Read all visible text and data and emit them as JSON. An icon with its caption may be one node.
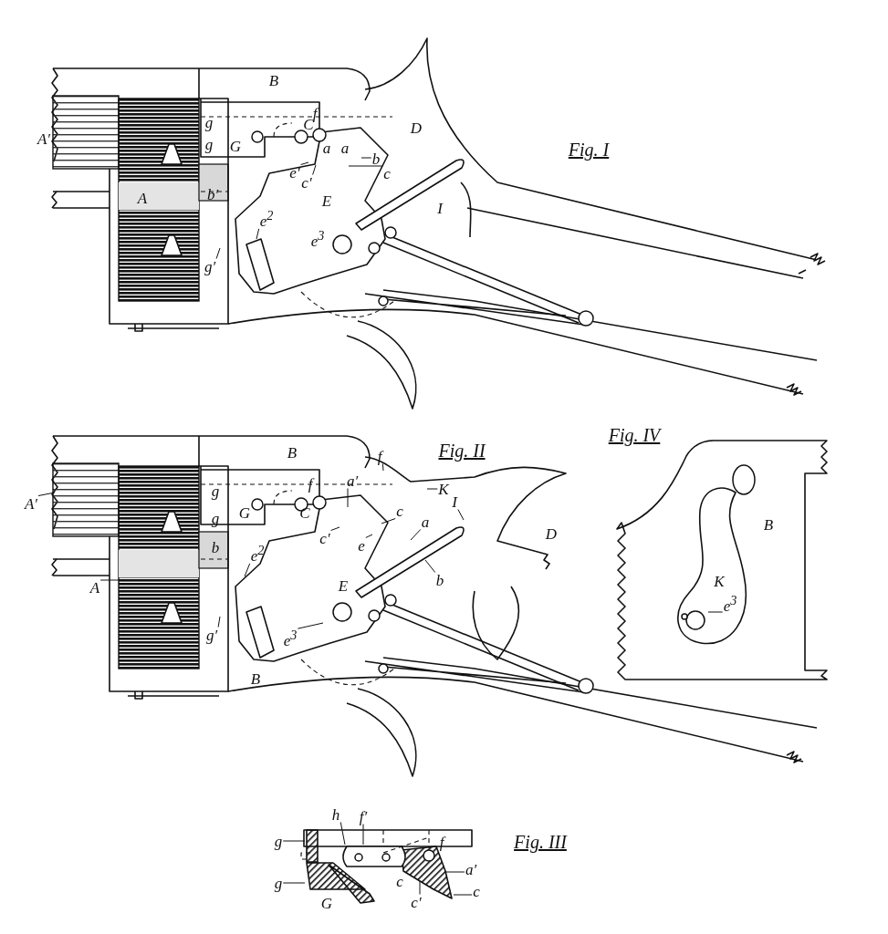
{
  "diagram": {
    "nodes": [
      {
        "text": [
          "b"
        ]
      },
      {
        "text": [
          "c"
        ]
      },
      {
        "text": [
          "e′"
        ]
      },
      {
        "text": [
          "c′"
        ]
      },
      {
        "text": [
          "e$^{2}$"
        ]
      },
      {
        "text": [
          "g′"
        ]
      },
      {
        "text": [
          "f"
        ]
      },
      {
        "text": [
          "a′"
        ]
      },
      {
        "text": [
          "K"
        ]
      },
      {
        "text": [
          "I"
        ]
      },
      {
        "text": [
          "a"
        ]
      },
      {
        "text": [
          "A′"
        ]
      },
      {
        "text": [
          "c"
        ]
      },
      {
        "text": [
          "c′"
        ]
      },
      {
        "text": [
          "e"
        ]
      },
      {
        "text": [
          "e$^{2}$"
        ]
      },
      {
        "text": [
          "b"
        ]
      },
      {
        "text": [
          "A"
        ]
      },
      {
        "text": [
          "g′"
        ]
      },
      {
        "text": [
          "e$^{3}$"
        ]
      },
      {
        "text": [
          "e$^{3}$"
        ]
      },
      {
        "text": [
          "h"
        ]
      },
      {
        "text": [
          "f′"
        ]
      },
      {
        "text": [
          "g"
        ]
      },
      {
        "text": [
          "a′"
        ]
      },
      {
        "text": [
          "g"
        ]
      },
      {
        "text": [
          "c"
        ]
      },
      {
        "text": [
          "c′"
        ]
      }
    ],
    "edges": [
      {
        "from": 0,
        "to": null,
        "arrow": "none"
      },
      {
        "from": 1,
        "to": null,
        "arrow": "none"
      },
      {
        "from": 2,
        "to": null,
        "arrow": "none"
      },
      {
        "from": 3,
        "to": null,
        "arrow": "none"
      },
      {
        "from": 4,
        "to": null,
        "arrow": "none"
      },
      {
        "from": 5,
        "to": null,
        "arrow": "none"
      },
      {
        "from": 6,
        "to": null,
        "arrow": "none"
      },
      {
        "from": 7,
        "to": null,
        "arrow": "none"
      },
      {
        "from": 8,
        "to": null,
        "arrow": "none"
      },
      {
        "from": 9,
        "to": null,
        "arrow": "none"
      },
      {
        "from": 10,
        "to": null,
        "arrow": "none"
      },
      {
        "from": 11,
        "to": null,
        "arrow": "none"
      },
      {
        "from": 12,
        "to": null,
        "arrow": "none"
      },
      {
        "from": 13,
        "to": null,
        "arrow": "none"
      },
      {
        "from": 14,
        "to": null,
        "arrow": "none"
      },
      {
        "from": 15,
        "to": null,
        "arrow": "none"
      },
      {
        "from": 16,
        "to": null,
        "arrow": "none"
      },
      {
        "from": 17,
        "to": null,
        "arrow": "none"
      },
      {
        "from": 18,
        "to": null,
        "arrow": "none"
      },
      {
        "from": 19,
        "to": null,
        "arrow": "none"
      },
      {
        "from": 20,
        "to": null,
        "arrow": "none"
      },
      {
        "from": 21,
        "to": null,
        "arrow": "none"
      },
      {
        "from": 22,
        "to": null,
        "arrow": "none"
      },
      {
        "from": 23,
        "to": null,
        "arrow": "none"
      },
      {
        "from": 24,
        "to": null,
        "arrow": "none"
      },
      {
        "from": 25,
        "to": null,
        "arrow": "none"
      },
      {
        "from": 26,
        "to": null,
        "arrow": "none"
      },
      {
        "from": 27,
        "to": null,
        "arrow": "none"
      }
    ],
    "labels": [
      "B",
      "f",
      "D",
      "Fig. I",
      "A′",
      "g",
      "C",
      "g",
      "G",
      "a",
      "a",
      "E",
      "I",
      "A",
      "b′",
      "e$^{3}$",
      "B",
      "Fig. II",
      "f",
      "g",
      "C",
      "g",
      "G",
      "b",
      "D",
      "E",
      "B",
      "Fig. IV",
      "B",
      "K",
      "f",
      "Fig. III",
      "c",
      "G"
    ]
  }
}
